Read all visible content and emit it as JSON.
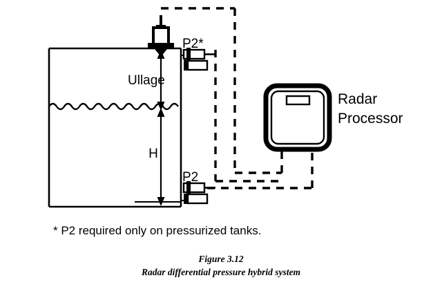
{
  "figure": {
    "caption_title": "Figure 3.12",
    "caption_subtitle": "Radar differential pressure hybrid system"
  },
  "diagram": {
    "title": "Radar differential pressure hybrid system",
    "note": "* P2 required only  on pressurized tanks.",
    "labels": {
      "ullage": "Ullage",
      "height": "H",
      "pressure_top": "P2*",
      "pressure_bottom": "P2",
      "processor_line1": "Radar",
      "processor_line2": "Processor"
    },
    "components": [
      {
        "name": "radar-antenna",
        "label": ""
      },
      {
        "name": "pressure-transmitter-top",
        "label": "P2*"
      },
      {
        "name": "pressure-transmitter-bottom",
        "label": "P2"
      },
      {
        "name": "radar-processor",
        "label": "Radar Processor"
      },
      {
        "name": "tank",
        "label": ""
      },
      {
        "name": "liquid-surface",
        "label": ""
      }
    ],
    "colors": {
      "line": "#000000",
      "background": "#ffffff",
      "fill": "#ffffff"
    }
  }
}
